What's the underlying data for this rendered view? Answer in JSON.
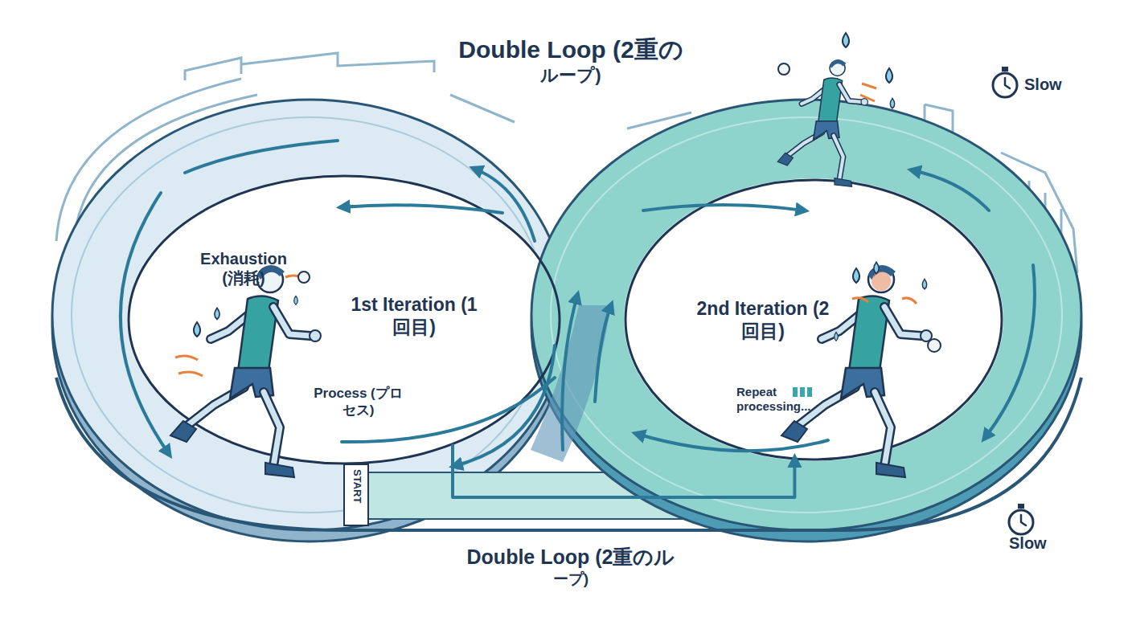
{
  "diagram": {
    "title": "Double Loop (2重のループ)",
    "caption": "Double Loop (2重のループ)",
    "nodes": [
      {
        "text": [
          "1st Iteration (1回目)"
        ]
      },
      {
        "text": [
          "2nd Iteration (2回目)"
        ]
      }
    ],
    "edges": [
      {
        "from": 0,
        "to": 1,
        "arrow": "to"
      }
    ],
    "labels": [
      "Exhaustion (消耗)",
      "Process (プロセス)",
      "START",
      "Repeat processing...",
      "Slow",
      "Slow"
    ]
  }
}
